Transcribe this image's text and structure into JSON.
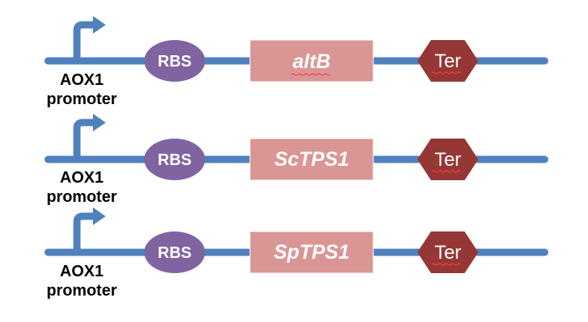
{
  "constructs": [
    {
      "promoter": {
        "line1": "AOX1",
        "line2": "promoter"
      },
      "rbs": "RBS",
      "gene": "altB",
      "terminator": "Ter"
    },
    {
      "promoter": {
        "line1": "AOX1",
        "line2": "promoter"
      },
      "rbs": "RBS",
      "gene": "ScTPS1",
      "terminator": "Ter"
    },
    {
      "promoter": {
        "line1": "AOX1",
        "line2": "promoter"
      },
      "rbs": "RBS",
      "gene": "SpTPS1",
      "terminator": "Ter"
    }
  ],
  "colors": {
    "backbone": "#4f81bd",
    "rbs": "#8064a2",
    "gene": "#d99694",
    "terminator": "#953735",
    "spellcheck_underline": "#ff3b3b"
  },
  "icons": {
    "promoter": "bent-arrow-icon"
  }
}
